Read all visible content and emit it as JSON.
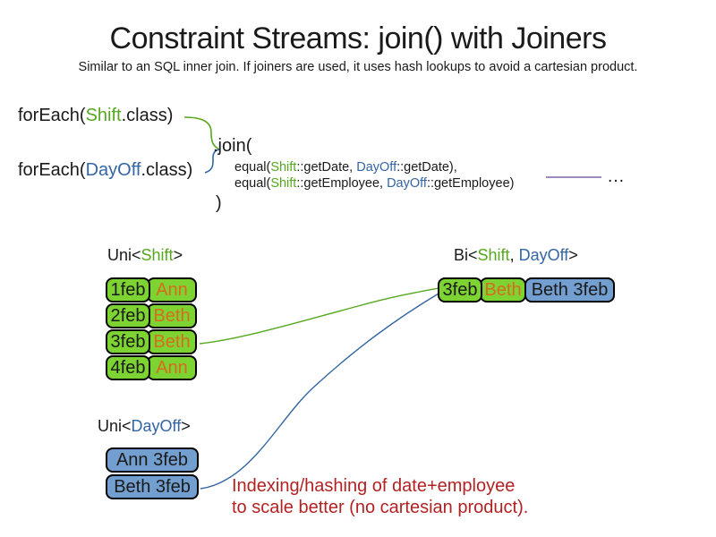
{
  "slide": {
    "title": "Constraint Streams: join() with Joiners",
    "subtitle": "Similar to an SQL inner join. If joiners are used, it uses hash lookups to avoid a cartesian product."
  },
  "code": {
    "foreach_shift": {
      "prefix": "forEach(",
      "cls": "Shift",
      "suffix": ".class)"
    },
    "foreach_dayoff": {
      "prefix": "forEach(",
      "cls": "DayOff",
      "suffix": ".class)"
    },
    "join_open": ".join(",
    "join_close": ")",
    "joiners": [
      {
        "prefix": "equal(",
        "left_cls": "Shift",
        "left_rest": "::getDate, ",
        "right_cls": "DayOff",
        "right_rest": "::getDate),"
      },
      {
        "prefix": "equal(",
        "left_cls": "Shift",
        "left_rest": "::getEmployee, ",
        "right_cls": "DayOff",
        "right_rest": "::getEmployee)"
      }
    ],
    "ellipsis": "…"
  },
  "uni_shift": {
    "label": {
      "prefix": "Uni<",
      "cls": "Shift",
      "suffix": ">"
    },
    "rows": [
      {
        "date": "1feb",
        "employee": "Ann"
      },
      {
        "date": "2feb",
        "employee": "Beth"
      },
      {
        "date": "3feb",
        "employee": "Beth"
      },
      {
        "date": "4feb",
        "employee": "Ann"
      }
    ]
  },
  "bi": {
    "label": {
      "prefix": "Bi<",
      "cls1": "Shift",
      "separator": ", ",
      "cls2": "DayOff",
      "suffix": ">"
    },
    "row": {
      "date": "3feb",
      "employee": "Beth",
      "pair": "Beth 3feb"
    }
  },
  "uni_dayoff": {
    "label": {
      "prefix": "Uni<",
      "cls": "DayOff",
      "suffix": ">"
    },
    "rows": [
      {
        "pair": "Ann 3feb"
      },
      {
        "pair": "Beth 3feb"
      }
    ]
  },
  "annotation": {
    "line1": "Indexing/hashing of date+employee",
    "line2": "to scale better (no cartesian product)."
  },
  "colors": {
    "shift_green": "#56a81f",
    "dayoff_blue": "#3465a4",
    "employee_orange": "#d96b1f",
    "green_box_fill": "#7cd332",
    "blue_box_fill": "#729fcf",
    "annotation_red": "#b22222",
    "purple_line": "#8064a2"
  }
}
